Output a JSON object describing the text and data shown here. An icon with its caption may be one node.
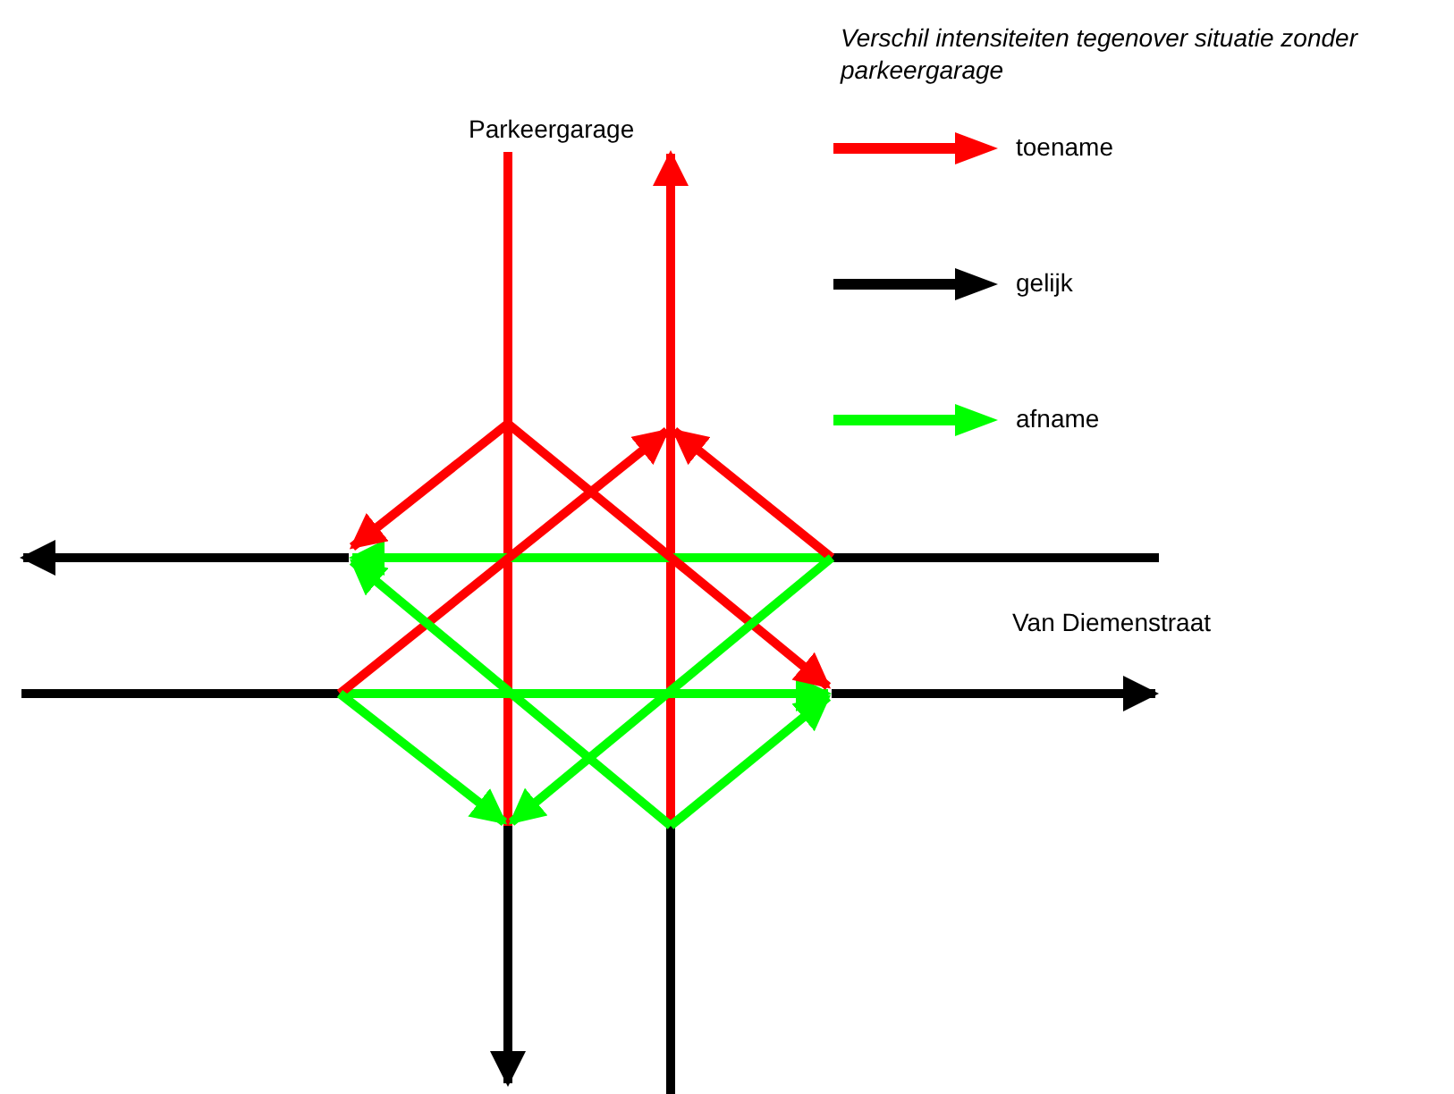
{
  "diagram": {
    "title": "Verschil intensiteiten tegenover situatie zonder parkeergarage",
    "labels": [
      "Parkeergarage",
      "Van Diemenstraat"
    ],
    "legend": [
      {
        "text": "toename",
        "color": "#ff0000"
      },
      {
        "text": "gelijk",
        "color": "#000000"
      },
      {
        "text": "afname",
        "color": "#00ff00"
      }
    ]
  }
}
